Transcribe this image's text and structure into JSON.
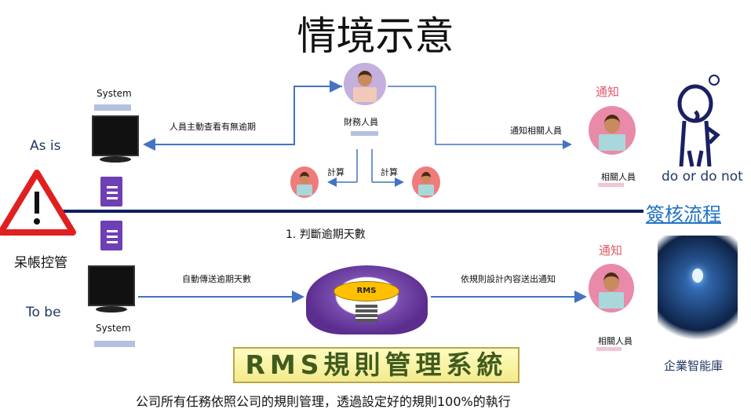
{
  "title": "情境示意",
  "left": {
    "as_is": "As is",
    "to_be": "To be",
    "bad_debt": "呆帳控管"
  },
  "as_is": {
    "system_label": "System",
    "arrow_check": "人員主動查看有無逾期",
    "finance_staff": "財務人員",
    "calc_left": "計算",
    "calc_right": "計算",
    "notify_arrow": "通知相關人員",
    "notify_title": "通知",
    "related_staff": "相關人員",
    "thinker_caption": "do or do not"
  },
  "divider": {
    "link": "簽核流程",
    "step": "1.  判斷逾期天數"
  },
  "to_be": {
    "system_label": "System",
    "arrow_send": "自動傳送逾期天數",
    "rms_badge": "RMS",
    "arrow_notify": "依規則設計內容送出通知",
    "notify_title": "通知",
    "related_staff": "相關人員",
    "knowledge_base": "企業智能庫"
  },
  "banner": "RMS規則管理系統",
  "footer": "公司所有任務依照公司的規則管理，透過設定好的規則100%的執行",
  "colors": {
    "arrow": "#4472c4",
    "divider": "#0d1f5c",
    "link": "#1f72c4",
    "notify": "#e05a6a",
    "banner_text": "#3f5b1e"
  }
}
